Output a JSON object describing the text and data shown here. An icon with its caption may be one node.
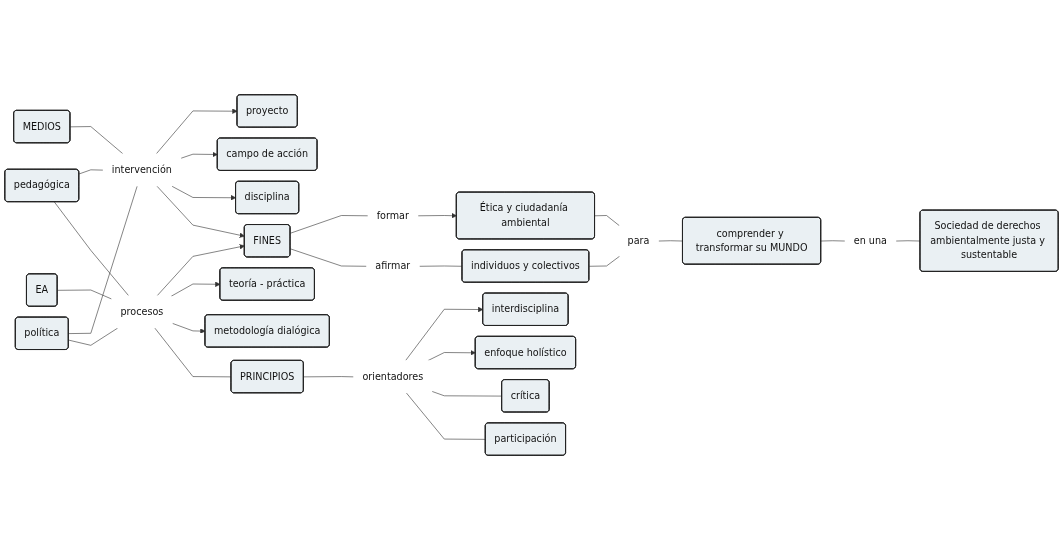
{
  "diagram": {
    "nodes": [
      {
        "text": [
          "proyecto"
        ]
      },
      {
        "text": [
          "campo de acción"
        ]
      },
      {
        "text": [
          "disciplina"
        ]
      },
      {
        "text": [
          "MEDIOS"
        ]
      },
      {
        "text": [
          "intervención"
        ]
      },
      {
        "text": [
          "FINES"
        ]
      },
      {
        "text": [
          "pedagógica"
        ]
      },
      {
        "text": [
          "política"
        ]
      },
      {
        "text": [
          "formar"
        ]
      },
      {
        "text": [
          "Ética y ciudadanía ambiental"
        ]
      },
      {
        "text": [
          "afirmar"
        ]
      },
      {
        "text": [
          "EA"
        ]
      },
      {
        "text": [
          "procesos"
        ]
      },
      {
        "text": [
          "teoría - práctica"
        ]
      },
      {
        "text": [
          "individuos y colectivos"
        ]
      },
      {
        "text": [
          "metodología dialógica"
        ]
      },
      {
        "text": [
          "para"
        ]
      },
      {
        "text": [
          "PRINCIPIOS"
        ]
      },
      {
        "text": [
          "comprender y transformar su MUNDO"
        ]
      },
      {
        "text": [
          "en una"
        ]
      },
      {
        "text": [
          "interdisciplina"
        ]
      },
      {
        "text": [
          "orientadores"
        ]
      },
      {
        "text": [
          "enfoque holístico"
        ]
      },
      {
        "text": [
          "crítica"
        ]
      },
      {
        "text": [
          "participación"
        ]
      },
      {
        "text": [
          "Sociedad de derechos ambientalmente justa y sustentable"
        ]
      }
    ],
    "edges": [
      {
        "from": 4,
        "to": 0,
        "arrow": "to"
      },
      {
        "from": 4,
        "to": 1,
        "arrow": "to"
      },
      {
        "from": 4,
        "to": 2,
        "arrow": "to"
      },
      {
        "from": 3,
        "to": 4,
        "arrow": "none"
      },
      {
        "from": 4,
        "to": 5,
        "arrow": "to"
      },
      {
        "from": 6,
        "to": 4,
        "arrow": "none"
      },
      {
        "from": 7,
        "to": 4,
        "arrow": "none"
      },
      {
        "from": 5,
        "to": 8,
        "arrow": "none"
      },
      {
        "from": 8,
        "to": 9,
        "arrow": "to"
      },
      {
        "from": 5,
        "to": 10,
        "arrow": "none"
      },
      {
        "from": 10,
        "to": 14,
        "arrow": "none"
      },
      {
        "from": 11,
        "to": 12,
        "arrow": "none"
      },
      {
        "from": 6,
        "to": 12,
        "arrow": "none"
      },
      {
        "from": 7,
        "to": 12,
        "arrow": "none"
      },
      {
        "from": 12,
        "to": 5,
        "arrow": "to"
      },
      {
        "from": 12,
        "to": 13,
        "arrow": "to"
      },
      {
        "from": 12,
        "to": 15,
        "arrow": "to"
      },
      {
        "from": 12,
        "to": 17,
        "arrow": "none"
      },
      {
        "from": 14,
        "to": 16,
        "arrow": "none"
      },
      {
        "from": 9,
        "to": 16,
        "arrow": "none"
      },
      {
        "from": 16,
        "to": 18,
        "arrow": "none"
      },
      {
        "from": 17,
        "to": 21,
        "arrow": "none"
      },
      {
        "from": 21,
        "to": 20,
        "arrow": "to"
      },
      {
        "from": 21,
        "to": 22,
        "arrow": "to"
      },
      {
        "from": 21,
        "to": 23,
        "arrow": "none"
      },
      {
        "from": 21,
        "to": 24,
        "arrow": "none"
      },
      {
        "from": 18,
        "to": 19,
        "arrow": "none"
      },
      {
        "from": 19,
        "to": 25,
        "arrow": "none"
      }
    ]
  }
}
